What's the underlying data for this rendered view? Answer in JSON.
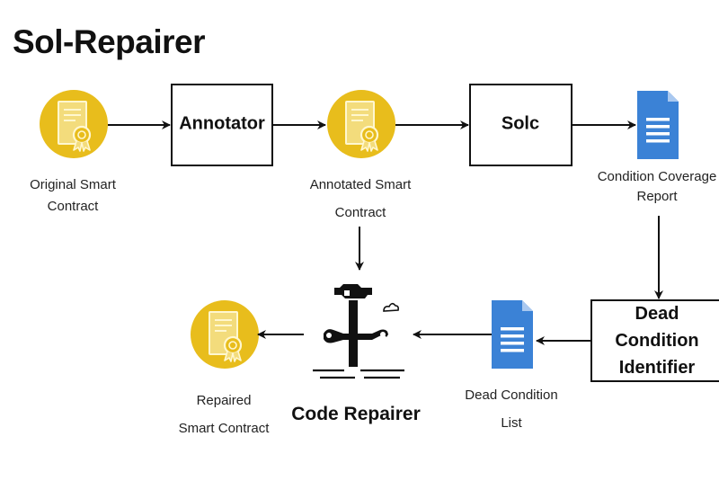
{
  "title": "Sol-Repairer",
  "colors": {
    "contract_circle": "#e8bd1c",
    "contract_doc": "#f3dc7c",
    "doc_blue": "#3b82d6",
    "doc_fold": "#a9c8f0",
    "stroke": "#111111"
  },
  "nodes": {
    "original_contract": {
      "label": [
        "Original Smart",
        "Contract"
      ],
      "icon": "contract-certificate-icon"
    },
    "annotator": {
      "label": "Annotator"
    },
    "annotated_contract": {
      "label": [
        "Annotated Smart",
        "Contract"
      ],
      "icon": "contract-certificate-icon"
    },
    "solc": {
      "label": "Solc"
    },
    "coverage_report": {
      "label": [
        "Condition Coverage",
        "Report"
      ],
      "icon": "document-icon"
    },
    "dead_condition_identifier": {
      "label": [
        "Dead",
        "Condition",
        "Identifier"
      ]
    },
    "dead_condition_list": {
      "label": [
        "Dead Condition",
        "List"
      ],
      "icon": "document-icon"
    },
    "code_repairer": {
      "label": "Code Repairer",
      "icon": "hammer-wrench-icon"
    },
    "repaired_contract": {
      "label": [
        "Repaired",
        "Smart Contract"
      ],
      "icon": "contract-certificate-icon"
    }
  }
}
